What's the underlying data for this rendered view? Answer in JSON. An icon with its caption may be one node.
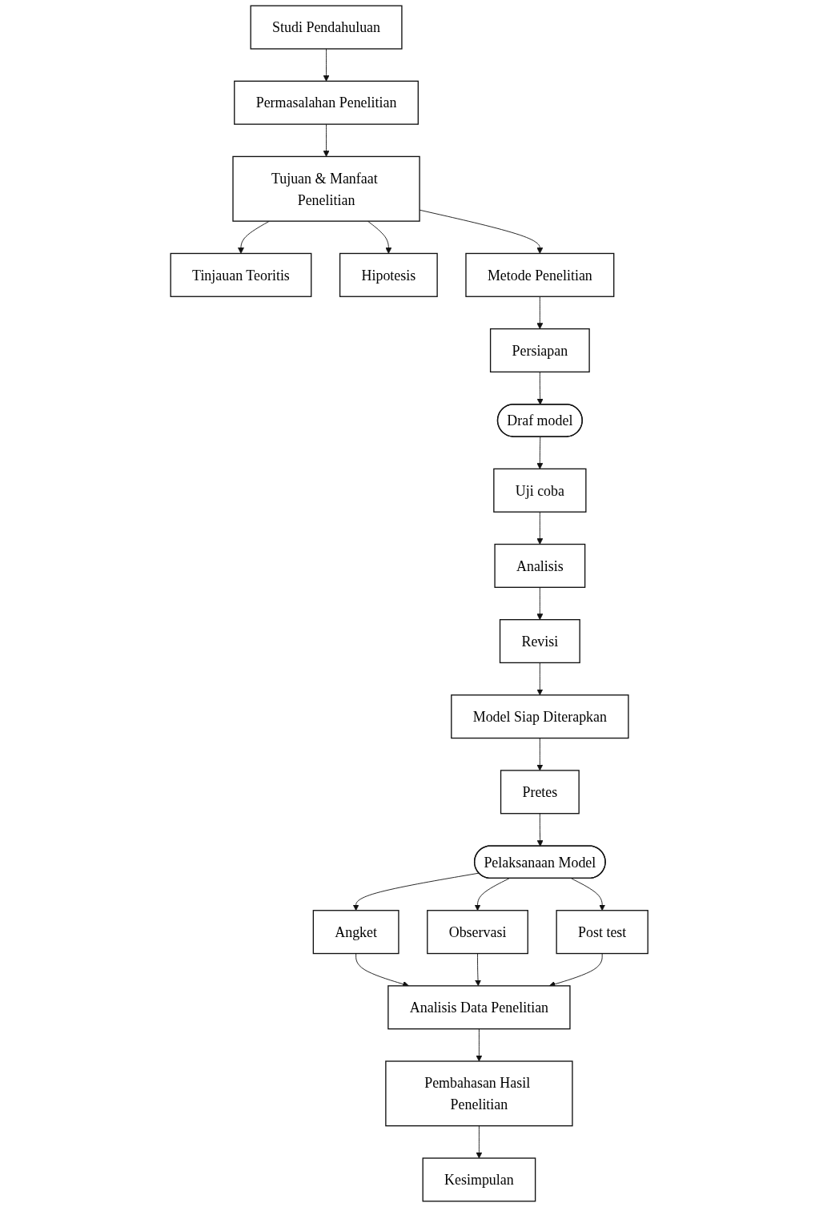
{
  "diagram": {
    "nodes": [
      {
        "text": [
          "Studi Pendahuluan"
        ]
      },
      {
        "text": [
          "Permasalahan Penelitian"
        ]
      },
      {
        "text": [
          "Tujuan & Manfaat Penelitian"
        ]
      },
      {
        "text": [
          "Tinjauan Teoritis"
        ]
      },
      {
        "text": [
          "Hipotesis"
        ]
      },
      {
        "text": [
          "Metode Penelitian"
        ]
      },
      {
        "text": [
          "Persiapan"
        ]
      },
      {
        "text": [
          "Draf model"
        ]
      },
      {
        "text": [
          "Uji coba"
        ]
      },
      {
        "text": [
          "Analisis"
        ]
      },
      {
        "text": [
          "Revisi"
        ]
      },
      {
        "text": [
          "Model Siap Diterapkan"
        ]
      },
      {
        "text": [
          "Pretes"
        ]
      },
      {
        "text": [
          "Pelaksanaan Model"
        ]
      },
      {
        "text": [
          "Angket"
        ]
      },
      {
        "text": [
          "Observasi"
        ]
      },
      {
        "text": [
          "Post test"
        ]
      },
      {
        "text": [
          "Analisis Data Penelitian"
        ]
      },
      {
        "text": [
          "Pembahasan Hasil Penelitian"
        ]
      },
      {
        "text": [
          "Kesimpulan"
        ]
      }
    ],
    "edges": [
      {
        "from": 0,
        "to": 1,
        "arrow": "to"
      },
      {
        "from": 1,
        "to": 2,
        "arrow": "to"
      },
      {
        "from": 2,
        "to": 3,
        "arrow": "to"
      },
      {
        "from": 2,
        "to": 4,
        "arrow": "to"
      },
      {
        "from": 2,
        "to": 5,
        "arrow": "to"
      },
      {
        "from": 5,
        "to": 6,
        "arrow": "to"
      },
      {
        "from": 6,
        "to": 7,
        "arrow": "to"
      },
      {
        "from": 7,
        "to": 8,
        "arrow": "to"
      },
      {
        "from": 8,
        "to": 9,
        "arrow": "to"
      },
      {
        "from": 9,
        "to": 10,
        "arrow": "to"
      },
      {
        "from": 10,
        "to": 11,
        "arrow": "to"
      },
      {
        "from": 11,
        "to": 12,
        "arrow": "to"
      },
      {
        "from": 12,
        "to": 13,
        "arrow": "to"
      },
      {
        "from": 13,
        "to": 14,
        "arrow": "to"
      },
      {
        "from": 13,
        "to": 15,
        "arrow": "to"
      },
      {
        "from": 13,
        "to": 16,
        "arrow": "to"
      },
      {
        "from": 14,
        "to": 17,
        "arrow": "to"
      },
      {
        "from": 15,
        "to": 17,
        "arrow": "to"
      },
      {
        "from": 16,
        "to": 17,
        "arrow": "to"
      },
      {
        "from": 17,
        "to": 18,
        "arrow": "to"
      },
      {
        "from": 18,
        "to": 19,
        "arrow": "to"
      }
    ]
  }
}
